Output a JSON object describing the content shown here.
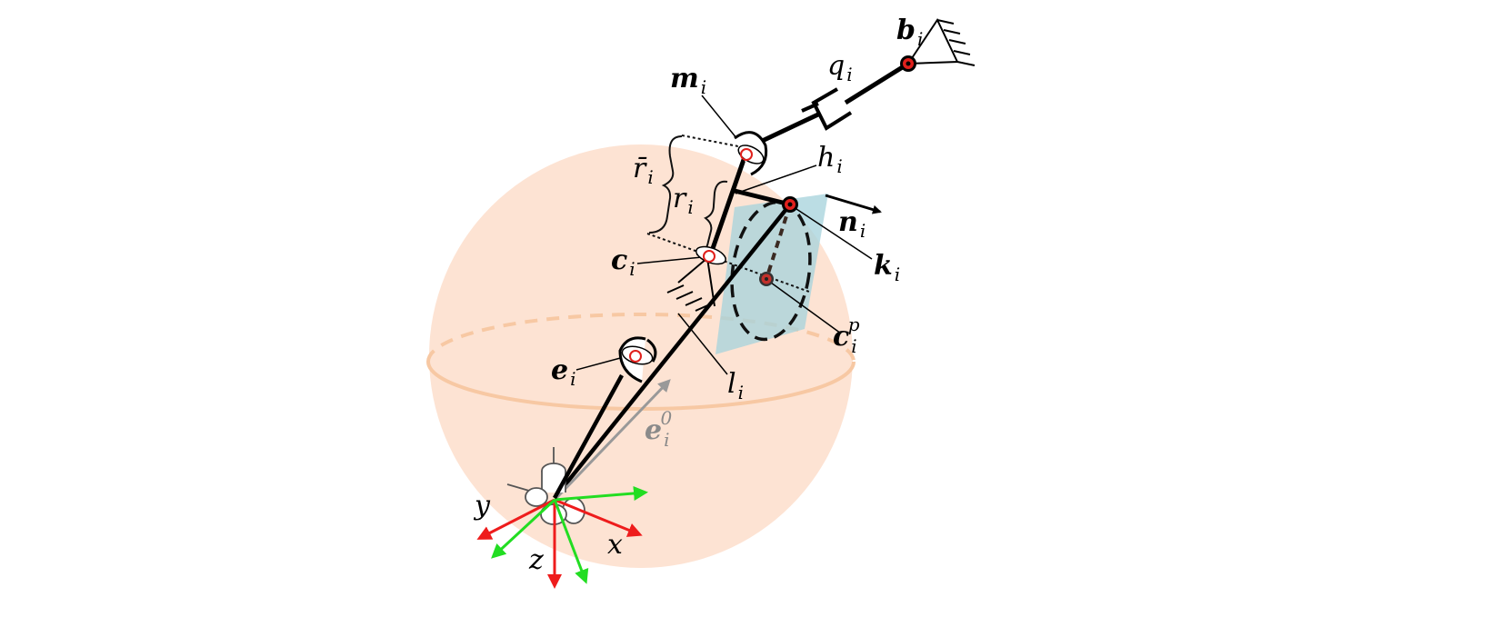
{
  "labels": {
    "b": {
      "main": "b",
      "sub": "i"
    },
    "q": {
      "main": "q",
      "sub": "i"
    },
    "m": {
      "main": "m",
      "sub": "i"
    },
    "h": {
      "main": "h",
      "sub": "i"
    },
    "rbar": {
      "main": "r̄",
      "sub": "i"
    },
    "r": {
      "main": "r",
      "sub": "i"
    },
    "n": {
      "main": "n",
      "sub": "i"
    },
    "k": {
      "main": "k",
      "sub": "i"
    },
    "c": {
      "main": "c",
      "sub": "i"
    },
    "cp": {
      "main": "c",
      "sub": "i",
      "sup": "p"
    },
    "e": {
      "main": "e",
      "sub": "i"
    },
    "l": {
      "main": "l",
      "sub": "i"
    },
    "e0": {
      "main": "e",
      "sub": "i",
      "sup": "0"
    },
    "y": "y",
    "z": "z",
    "x": "x"
  },
  "colors": {
    "sphere": "#fde3d3",
    "equator": "#f7c8a3",
    "plane": "#a8d4dc",
    "joint_red": "#e0201c",
    "axis_red": "#ee1c1c",
    "axis_green": "#22dd22",
    "gray_vector": "#999999",
    "link": "#000000"
  }
}
